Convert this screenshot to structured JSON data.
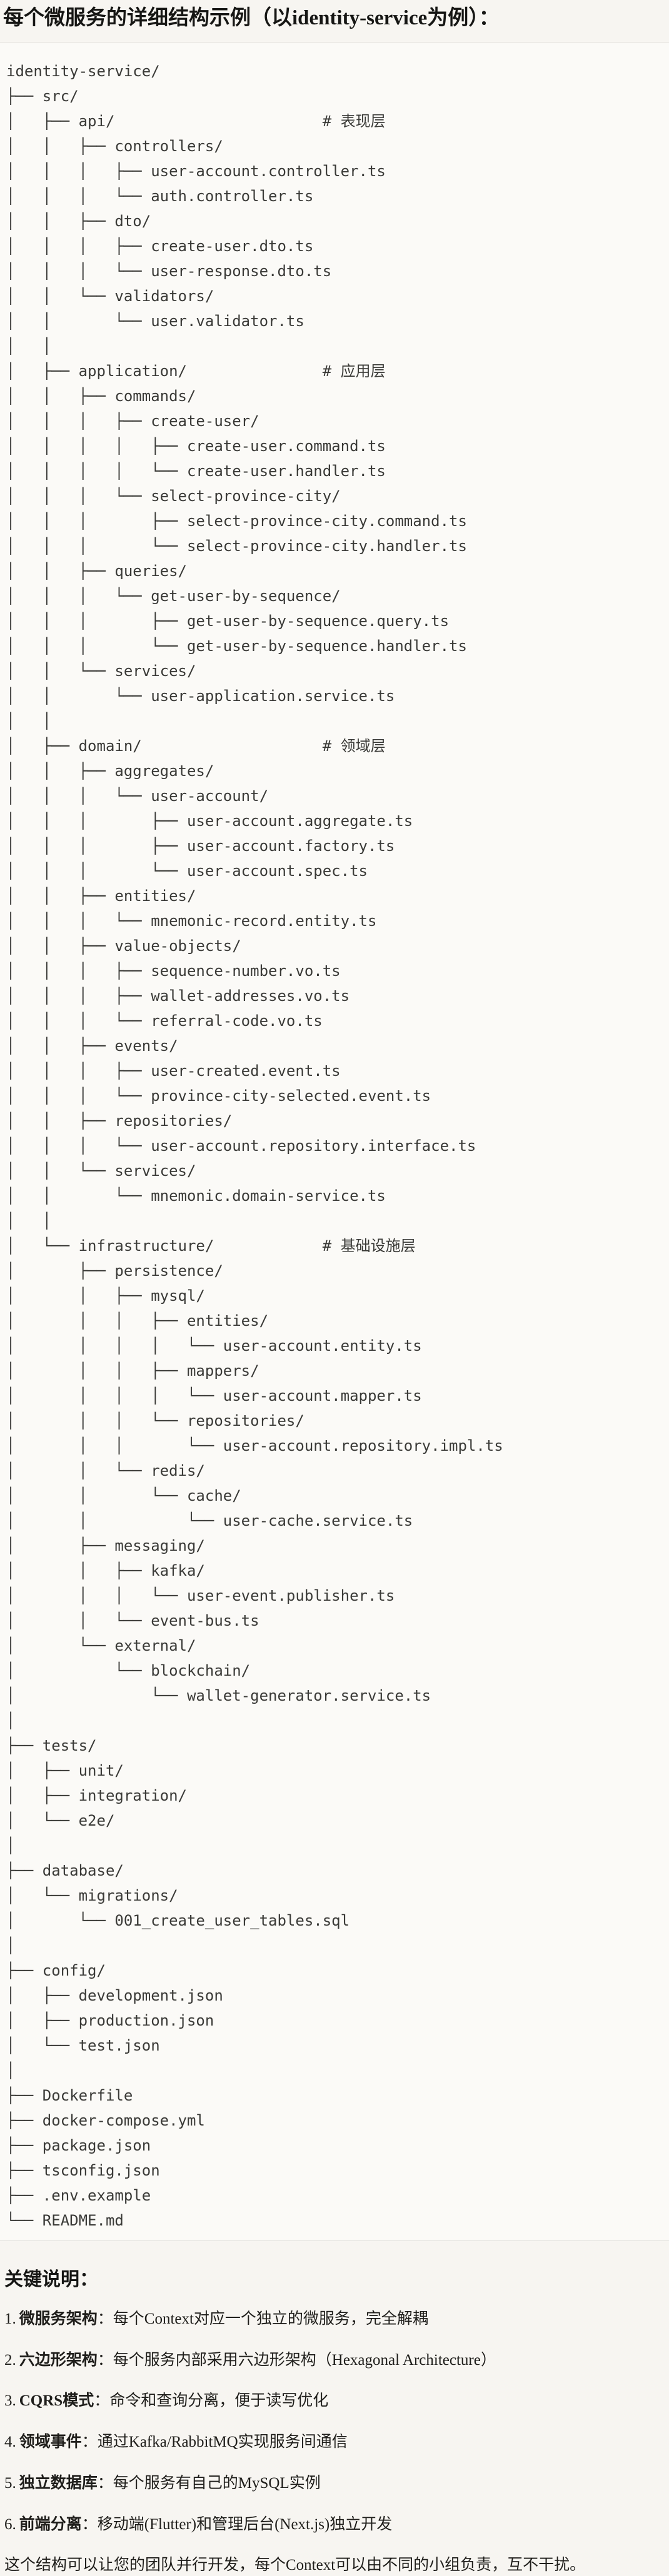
{
  "title": "每个微服务的详细结构示例（以identity-service为例）：",
  "tree_lines": [
    "identity-service/",
    "├── src/",
    "│   ├── api/                       # 表现层",
    "│   │   ├── controllers/",
    "│   │   │   ├── user-account.controller.ts",
    "│   │   │   └── auth.controller.ts",
    "│   │   ├── dto/",
    "│   │   │   ├── create-user.dto.ts",
    "│   │   │   └── user-response.dto.ts",
    "│   │   └── validators/",
    "│   │       └── user.validator.ts",
    "│   │",
    "│   ├── application/               # 应用层",
    "│   │   ├── commands/",
    "│   │   │   ├── create-user/",
    "│   │   │   │   ├── create-user.command.ts",
    "│   │   │   │   └── create-user.handler.ts",
    "│   │   │   └── select-province-city/",
    "│   │   │       ├── select-province-city.command.ts",
    "│   │   │       └── select-province-city.handler.ts",
    "│   │   ├── queries/",
    "│   │   │   └── get-user-by-sequence/",
    "│   │   │       ├── get-user-by-sequence.query.ts",
    "│   │   │       └── get-user-by-sequence.handler.ts",
    "│   │   └── services/",
    "│   │       └── user-application.service.ts",
    "│   │",
    "│   ├── domain/                    # 领域层",
    "│   │   ├── aggregates/",
    "│   │   │   └── user-account/",
    "│   │   │       ├── user-account.aggregate.ts",
    "│   │   │       ├── user-account.factory.ts",
    "│   │   │       └── user-account.spec.ts",
    "│   │   ├── entities/",
    "│   │   │   └── mnemonic-record.entity.ts",
    "│   │   ├── value-objects/",
    "│   │   │   ├── sequence-number.vo.ts",
    "│   │   │   ├── wallet-addresses.vo.ts",
    "│   │   │   └── referral-code.vo.ts",
    "│   │   ├── events/",
    "│   │   │   ├── user-created.event.ts",
    "│   │   │   └── province-city-selected.event.ts",
    "│   │   ├── repositories/",
    "│   │   │   └── user-account.repository.interface.ts",
    "│   │   └── services/",
    "│   │       └── mnemonic.domain-service.ts",
    "│   │",
    "│   └── infrastructure/            # 基础设施层",
    "│       ├── persistence/",
    "│       │   ├── mysql/",
    "│       │   │   ├── entities/",
    "│       │   │   │   └── user-account.entity.ts",
    "│       │   │   ├── mappers/",
    "│       │   │   │   └── user-account.mapper.ts",
    "│       │   │   └── repositories/",
    "│       │   │       └── user-account.repository.impl.ts",
    "│       │   └── redis/",
    "│       │       └── cache/",
    "│       │           └── user-cache.service.ts",
    "│       ├── messaging/",
    "│       │   ├── kafka/",
    "│       │   │   └── user-event.publisher.ts",
    "│       │   └── event-bus.ts",
    "│       └── external/",
    "│           └── blockchain/",
    "│               └── wallet-generator.service.ts",
    "│",
    "├── tests/",
    "│   ├── unit/",
    "│   ├── integration/",
    "│   └── e2e/",
    "│",
    "├── database/",
    "│   └── migrations/",
    "│       └── 001_create_user_tables.sql",
    "│",
    "├── config/",
    "│   ├── development.json",
    "│   ├── production.json",
    "│   └── test.json",
    "│",
    "├── Dockerfile",
    "├── docker-compose.yml",
    "├── package.json",
    "├── tsconfig.json",
    "├── .env.example",
    "└── README.md"
  ],
  "notes": {
    "heading": "关键说明：",
    "items": [
      {
        "num": "1.",
        "term": "微服务架构",
        "desc": "：每个Context对应一个独立的微服务，完全解耦"
      },
      {
        "num": "2.",
        "term": "六边形架构",
        "desc": "：每个服务内部采用六边形架构（Hexagonal Architecture）"
      },
      {
        "num": "3.",
        "term": "CQRS模式",
        "desc": "：命令和查询分离，便于读写优化"
      },
      {
        "num": "4.",
        "term": "领域事件",
        "desc": "：通过Kafka/RabbitMQ实现服务间通信"
      },
      {
        "num": "5.",
        "term": "独立数据库",
        "desc": "：每个服务有自己的MySQL实例"
      },
      {
        "num": "6.",
        "term": "前端分离",
        "desc": "：移动端(Flutter)和管理后台(Next.js)独立开发"
      }
    ],
    "closing": "这个结构可以让您的团队并行开发，每个Context可以由不同的小组负责，互不干扰。"
  },
  "colors": {
    "page_bg": "#f7f5f1",
    "code_bg": "#fbfaf7",
    "code_border": "#dedcd7",
    "body_text": "#1f1e1b",
    "code_text": "#3a3a37"
  }
}
